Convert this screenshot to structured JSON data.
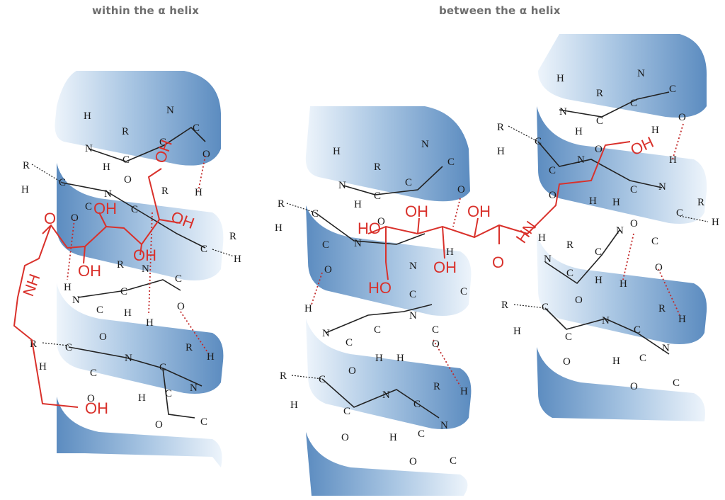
{
  "titles": {
    "left": "within the α helix",
    "right": "between the α helix"
  },
  "atoms": {
    "N": "N",
    "C": "C",
    "O": "O",
    "H": "H",
    "R": "R"
  },
  "red_groups": {
    "OH": "OH",
    "NH": "NH",
    "HO": "HO",
    "O": "O",
    "HN": "HN"
  },
  "colors": {
    "ribbon_light": "#d6e6f4",
    "ribbon_mid": "#9fbfdf",
    "ribbon_dark": "#5f8fc2",
    "linker": "#d9312b",
    "hbond": "#c22a2a",
    "title": "#6e6e6e"
  }
}
